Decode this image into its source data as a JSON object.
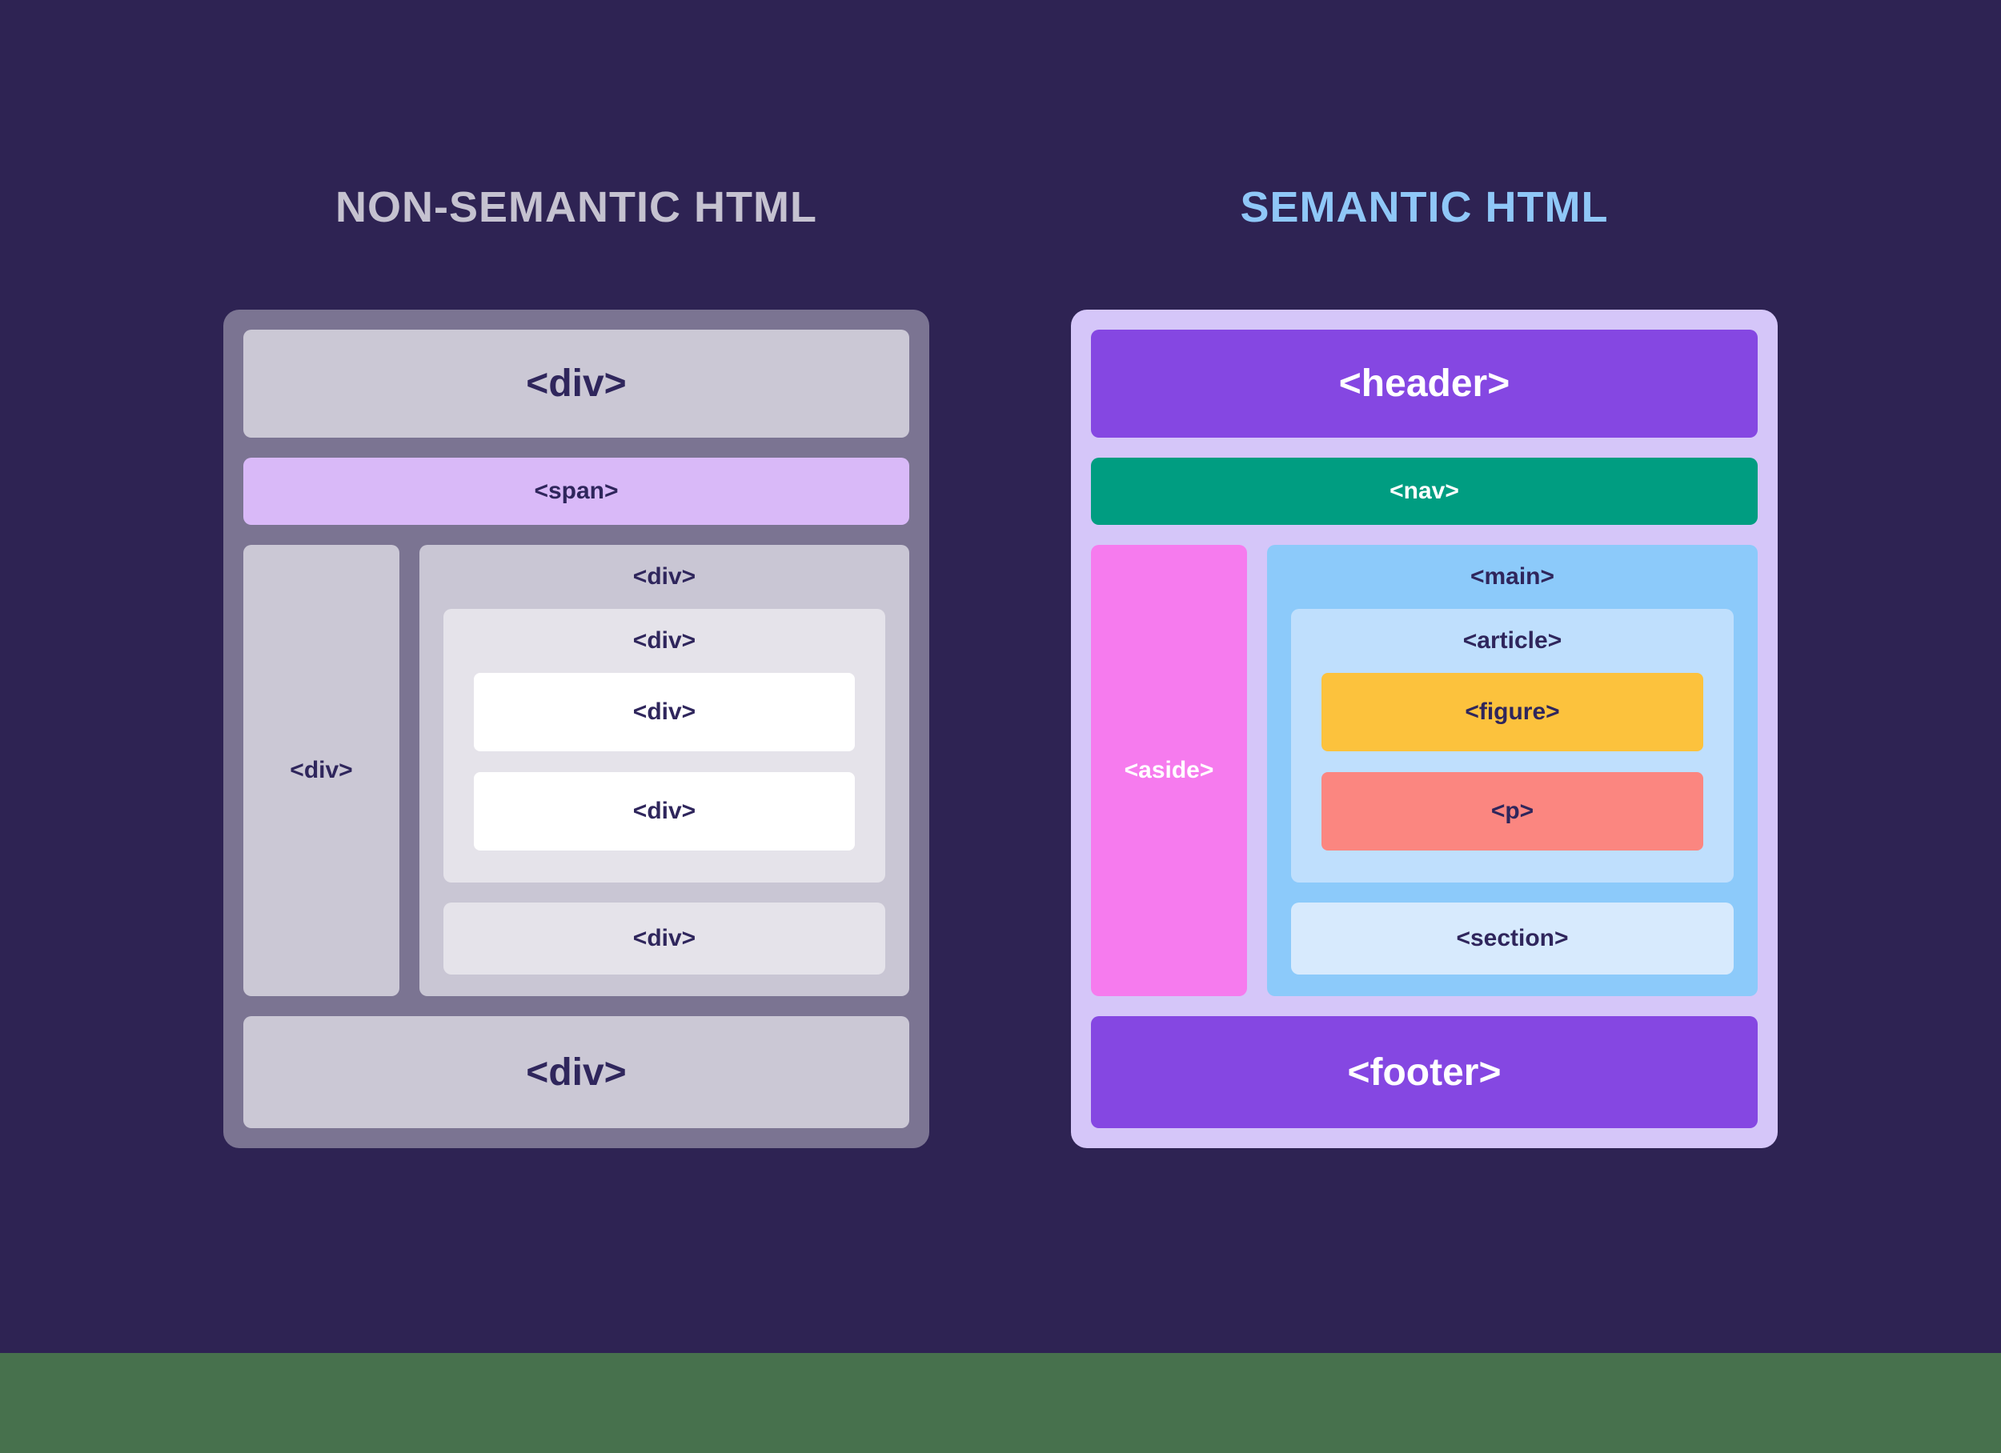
{
  "titles": {
    "left": "NON-SEMANTIC HTML",
    "right": "SEMANTIC HTML"
  },
  "non_semantic": {
    "top_div": "<div>",
    "span": "<span>",
    "sidebar_div": "<div>",
    "group_div": "<div>",
    "inner_group_div": "<div>",
    "inner_item1_div": "<div>",
    "inner_item2_div": "<div>",
    "lower_div": "<div>",
    "bottom_div": "<div>"
  },
  "semantic": {
    "header": "<header>",
    "nav": "<nav>",
    "aside": "<aside>",
    "main": "<main>",
    "article": "<article>",
    "figure": "<figure>",
    "p": "<p>",
    "section": "<section>",
    "footer": "<footer>"
  },
  "colors": {
    "page_background": "#2e2353",
    "bottom_strip_green": "#47714d",
    "title_left": "#c5c2d0",
    "title_right": "#8fc7f7",
    "non_semantic_panel": "#7b7492",
    "gray_box": "#cbc8d5",
    "light_gray_box": "#e5e3ea",
    "white_box": "#ffffff",
    "span_box": "#d9b9f8",
    "semantic_panel": "#d5c6f9",
    "header_footer_purple": "#8547e2",
    "nav_teal": "#009d81",
    "aside_pink": "#f67bee",
    "main_blue": "#8ccafa",
    "article_blue": "#bfdffd",
    "section_blue": "#d7eafd",
    "figure_amber": "#fcc23d",
    "p_coral": "#fb8680",
    "dark_label_text": "#2f265c",
    "light_label_text": "#ffffff"
  }
}
